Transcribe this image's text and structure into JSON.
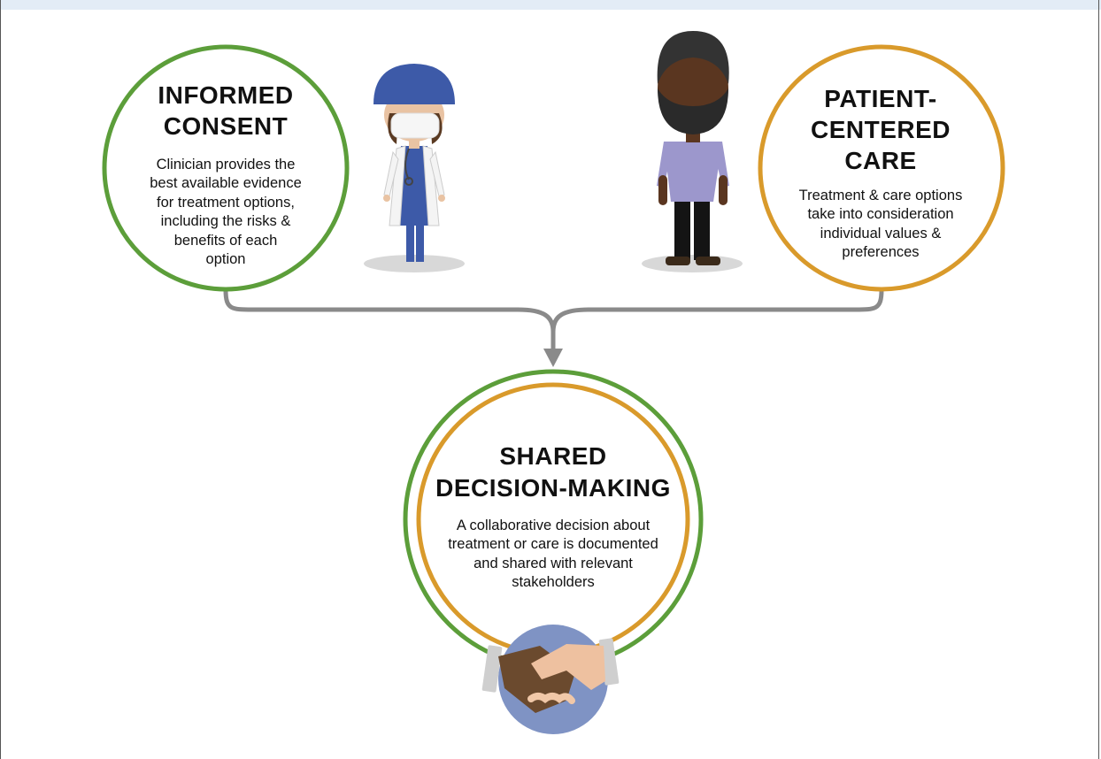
{
  "informed_consent": {
    "title_line1": "INFORMED",
    "title_line2": "CONSENT",
    "description_lines": [
      "Clinician provides the",
      "best available evidence",
      "for treatment options,",
      "including the risks &",
      "benefits of each",
      "option"
    ]
  },
  "patient_centered_care": {
    "title_line1": "PATIENT-",
    "title_line2": "CENTERED",
    "title_line3": "CARE",
    "description_lines": [
      "Treatment & care options",
      "take into consideration",
      "individual values &",
      "preferences"
    ]
  },
  "shared_decision_making": {
    "title_line1": "SHARED",
    "title_line2": "DECISION-MAKING",
    "description_lines": [
      "A collaborative decision about",
      "treatment or care is documented",
      "and shared with relevant",
      "stakeholders"
    ]
  },
  "colors": {
    "green": "#5c9e3a",
    "orange": "#d99a2b",
    "arrow": "#8a8a8a",
    "scrubs": "#3d5aa8",
    "shirt": "#9c97cc",
    "handshake_bg": "#7f93c4"
  },
  "icons": [
    "clinician-figure",
    "patient-figure",
    "handshake-icon",
    "merge-arrow"
  ]
}
